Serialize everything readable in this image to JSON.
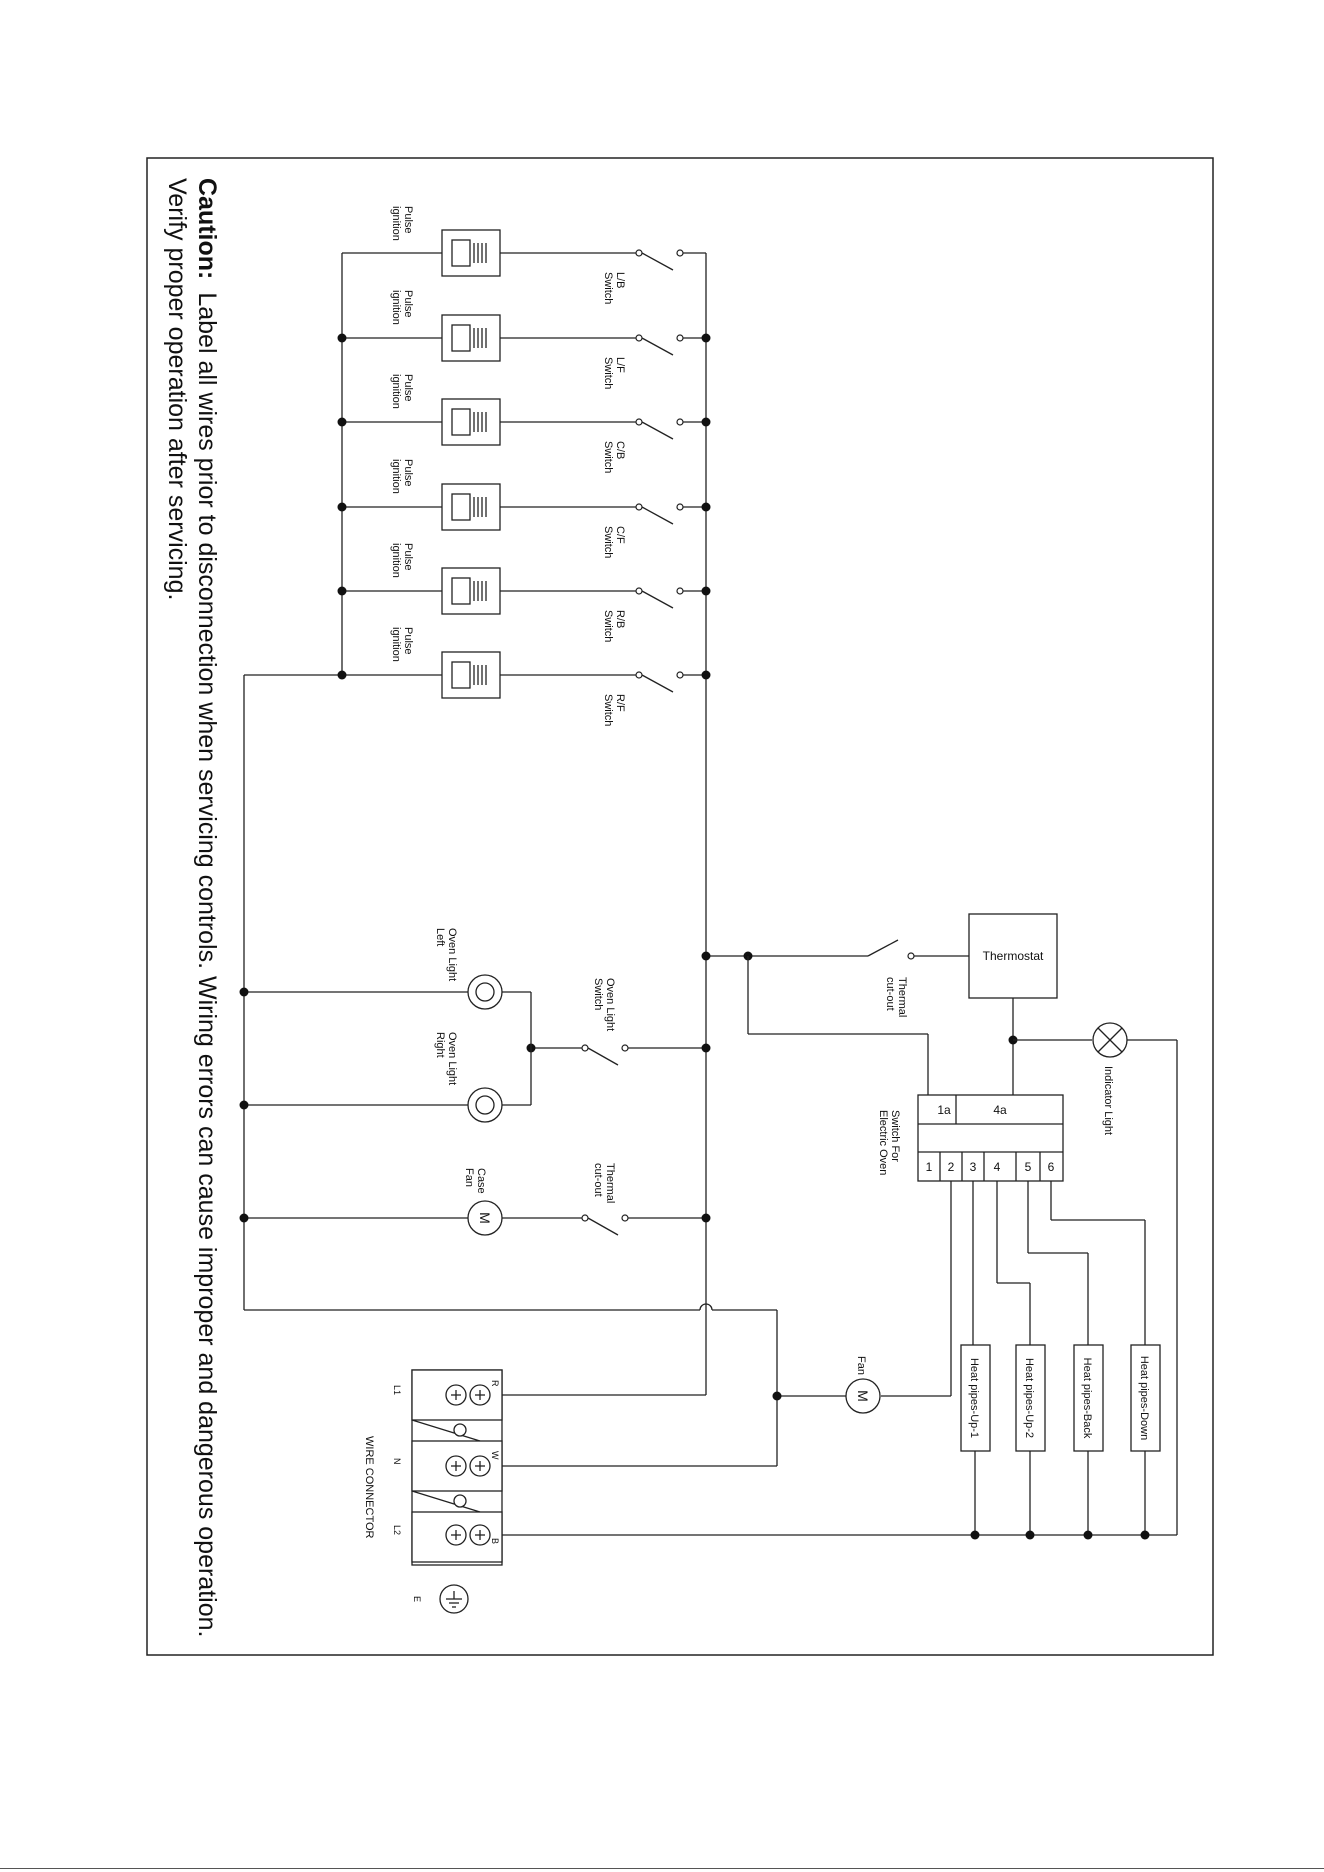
{
  "caution": {
    "label": "Caution:",
    "line1": "Label all wires prior to disconnection when servicing controls. Wiring errors can cause improper and dangerous operation.",
    "line2": "Verify proper operation after servicing."
  },
  "burners": [
    {
      "switch_line1": "L/B",
      "switch_line2": "Switch",
      "ign_line1": "Pulse",
      "ign_line2": "ignition"
    },
    {
      "switch_line1": "L/F",
      "switch_line2": "Switch",
      "ign_line1": "Pulse",
      "ign_line2": "ignition"
    },
    {
      "switch_line1": "C/B",
      "switch_line2": "Switch",
      "ign_line1": "Pulse",
      "ign_line2": "ignition"
    },
    {
      "switch_line1": "C/F",
      "switch_line2": "Switch",
      "ign_line1": "Pulse",
      "ign_line2": "ignition"
    },
    {
      "switch_line1": "R/B",
      "switch_line2": "Switch",
      "ign_line1": "Pulse",
      "ign_line2": "ignition"
    },
    {
      "switch_line1": "R/F",
      "switch_line2": "Switch",
      "ign_line1": "Pulse",
      "ign_line2": "ignition"
    }
  ],
  "oven_light": {
    "switch_line1": "Oven Light",
    "switch_line2": "Switch",
    "left_line1": "Oven Light",
    "left_line2": "Left",
    "right_line1": "Oven Light",
    "right_line2": "Right"
  },
  "case_fan": {
    "cutout_line1": "Thermal",
    "cutout_line2": "cut-out",
    "motor": "M",
    "label_line1": "Case",
    "label_line2": "Fan"
  },
  "thermostat": {
    "label": "Thermostat",
    "cutout_line1": "Thermal",
    "cutout_line2": "cut-out"
  },
  "indicator": {
    "label": "Indicator Light"
  },
  "oven_switch": {
    "label_line1": "Switch For",
    "label_line2": "Electric Oven",
    "top_cells": [
      "1a",
      "4a"
    ],
    "terminals": [
      "1",
      "2",
      "3",
      "4",
      "5",
      "6"
    ]
  },
  "fan": {
    "motor": "M",
    "label": "Fan"
  },
  "heaters": [
    "Heat pipes-Up-1",
    "Heat pipes-Up-2",
    "Heat pipes-Back",
    "Heat pipes-Down"
  ],
  "connector": {
    "label": "WIRE CONNECTOR",
    "wire_labels": [
      "R",
      "W",
      "B"
    ],
    "terminal_labels": [
      "L1",
      "N",
      "L2"
    ],
    "ground_label": "E"
  }
}
